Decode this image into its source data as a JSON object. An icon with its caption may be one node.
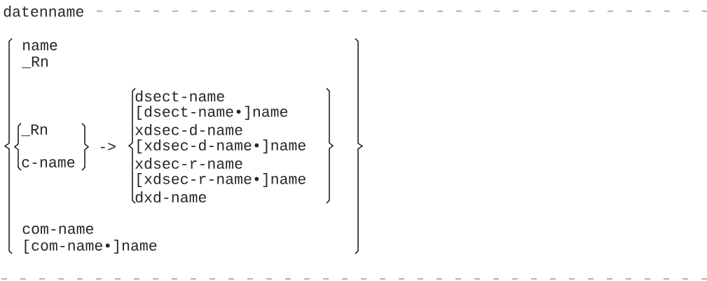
{
  "diagram": {
    "labels": [
      "datenname",
      "name",
      "_Rn",
      "dsect-name",
      "[dsect-name•]name",
      "xdsec-d-name",
      "_Rn",
      "->",
      "[xdsec-d-name•]name",
      "c-name",
      "xdsec-r-name",
      "[xdsec-r-name•]name",
      "dxd-name",
      "com-name",
      "[com-name•]name"
    ]
  }
}
